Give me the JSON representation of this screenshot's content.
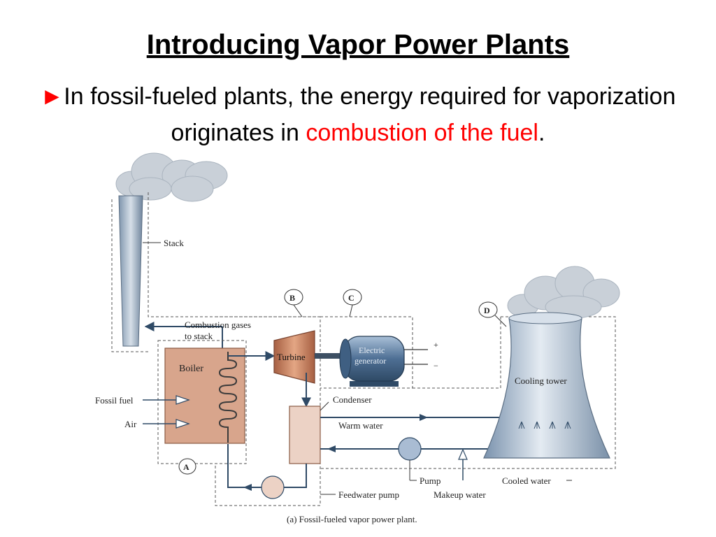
{
  "title": "Introducing Vapor Power Plants",
  "body": {
    "bullet": "►",
    "text_before": "In fossil-fueled plants, the energy required for vaporization originates in ",
    "highlight": "combustion of the fuel",
    "text_after": "."
  },
  "diagram": {
    "labels": {
      "stack": "Stack",
      "combustion_gases_line1": "Combustion gases",
      "combustion_gases_line2": "to stack",
      "boiler": "Boiler",
      "fossil_fuel": "Fossil fuel",
      "air": "Air",
      "turbine": "Turbine",
      "generator_line1": "Electric",
      "generator_line2": "generator",
      "plus": "+",
      "minus": "−",
      "cooling_tower": "Cooling tower",
      "condenser": "Condenser",
      "warm_water": "Warm water",
      "pump": "Pump",
      "cooled_water": "Cooled water",
      "feedwater_pump": "Feedwater pump",
      "makeup_water": "Makeup water",
      "callout_a": "A",
      "callout_b": "B",
      "callout_c": "C",
      "callout_d": "D"
    },
    "caption": "(a) Fossil-fueled vapor power plant."
  },
  "colors": {
    "highlight": "#ff0000",
    "boiler_fill": "#d8a58c",
    "turbine_fill": "#c98060",
    "generator_fill": "#5b7fa6",
    "tower_fill": "#b8c8d8",
    "smoke_fill": "#c9d0d8",
    "line": "#2f4a66"
  }
}
